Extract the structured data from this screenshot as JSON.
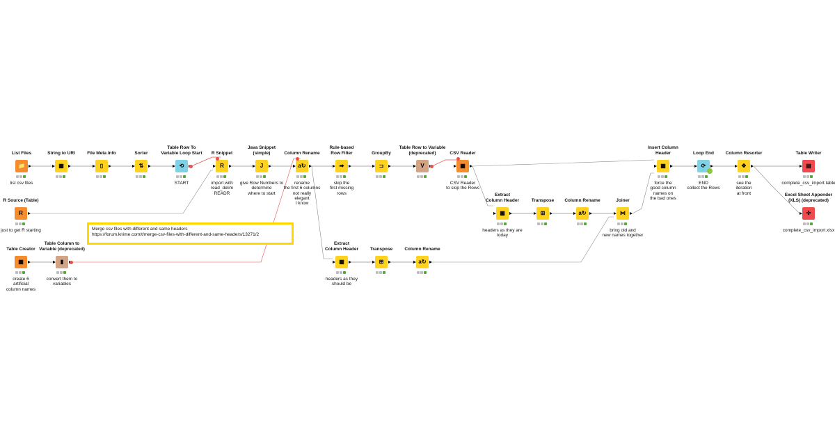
{
  "annotation": {
    "line1": "Merge csv files with different and same headers",
    "line2": "https://forum.knime.com/t/merge-csv-files-with-different-and-same-headers/13271/2"
  },
  "colors": {
    "source": "#f58d2e",
    "manipulator": "#ffd21f",
    "loop": "#7fd1e6",
    "flow": "#d2a384",
    "sink": "#ef4a4d",
    "annotation_border": "#ffd800",
    "variable_wire": "#e6514f",
    "data_wire": "#8c8c8c"
  },
  "nodes": [
    {
      "id": "list_files",
      "title": "List Files",
      "desc": "list csv files",
      "kind": "source",
      "icon": "folder-file-icon",
      "glyph": "📁"
    },
    {
      "id": "string_to_uri",
      "title": "String to URI",
      "desc": "",
      "kind": "manipulator",
      "icon": "uri-table-icon",
      "glyph": "▦"
    },
    {
      "id": "file_meta_info",
      "title": "File Meta Info",
      "desc": "",
      "kind": "manipulator",
      "icon": "file-info-icon",
      "glyph": "▯"
    },
    {
      "id": "sorter",
      "title": "Sorter",
      "desc": "",
      "kind": "manipulator",
      "icon": "sort-arrows-icon",
      "glyph": "⇅"
    },
    {
      "id": "loop_start",
      "title": "Table Row To\nVariable Loop Start",
      "desc": "START",
      "kind": "loop",
      "icon": "loop-start-icon",
      "glyph": "⟲"
    },
    {
      "id": "r_snippet",
      "title": "R Snippet",
      "desc": "import with\nread_delim\nREADR",
      "kind": "manipulator",
      "icon": "r-snippet-icon",
      "glyph": "R"
    },
    {
      "id": "java_snippet",
      "title": "Java Snippet\n(simple)",
      "desc": "give Row Numbers to\ndetermine\nwhere to start",
      "kind": "manipulator",
      "icon": "java-snippet-icon",
      "glyph": "J"
    },
    {
      "id": "column_rename_1",
      "title": "Column Rename",
      "desc": "rename\nthe first 6 columns\nnot really\nelegant\nI know",
      "kind": "manipulator",
      "icon": "column-rename-icon",
      "glyph": "a↻"
    },
    {
      "id": "rule_row_filter",
      "title": "Rule-based\nRow Filter",
      "desc": "skip the\nfirst missing\nrows",
      "kind": "manipulator",
      "icon": "row-filter-icon",
      "glyph": "➡"
    },
    {
      "id": "groupby",
      "title": "GroupBy",
      "desc": "",
      "kind": "manipulator",
      "icon": "groupby-icon",
      "glyph": "⊐"
    },
    {
      "id": "row_to_var",
      "title": "Table Row to Variable\n(deprecated)",
      "desc": "",
      "kind": "flow",
      "icon": "row-to-variable-icon",
      "glyph": "V"
    },
    {
      "id": "csv_reader",
      "title": "CSV Reader",
      "desc": "CSV Reader\nto skip the Rows",
      "kind": "source",
      "icon": "csv-reader-icon",
      "glyph": "▦"
    },
    {
      "id": "extract_header_1",
      "title": "Extract\nColumn Header",
      "desc": "headers as they are\ntoday",
      "kind": "manipulator",
      "icon": "extract-header-icon",
      "glyph": "▦"
    },
    {
      "id": "transpose_1",
      "title": "Transpose",
      "desc": "",
      "kind": "manipulator",
      "icon": "transpose-icon",
      "glyph": "⊞"
    },
    {
      "id": "column_rename_2",
      "title": "Column Rename",
      "desc": "",
      "kind": "manipulator",
      "icon": "column-rename-icon",
      "glyph": "a↻"
    },
    {
      "id": "joiner",
      "title": "Joiner",
      "desc": "bring old and\nnew names together",
      "kind": "manipulator",
      "icon": "joiner-icon",
      "glyph": "⋈"
    },
    {
      "id": "insert_header",
      "title": "Insert Column\nHeader",
      "desc": "force the\ngood column\nnames on\nthe bad ones",
      "kind": "manipulator",
      "icon": "insert-header-icon",
      "glyph": "▦"
    },
    {
      "id": "loop_end",
      "title": "Loop End",
      "desc": "END\ncollect the Rows",
      "kind": "loop",
      "icon": "loop-end-icon",
      "glyph": "⟳"
    },
    {
      "id": "column_resorter",
      "title": "Column Resorter",
      "desc": "see the\niteration\nat front",
      "kind": "manipulator",
      "icon": "column-resorter-icon",
      "glyph": "✥"
    },
    {
      "id": "table_writer",
      "title": "Table Writer",
      "desc": "complete_csv_import.table",
      "kind": "sink",
      "icon": "table-writer-icon",
      "glyph": "▤"
    },
    {
      "id": "excel_appender",
      "title": "Excel Sheet Appender\n(XLS) (deprecated)",
      "desc": "complete_csv_import.xlsx",
      "kind": "sink",
      "icon": "excel-appender-icon",
      "glyph": "✣"
    },
    {
      "id": "r_source",
      "title": "R Source (Table)",
      "desc": "just to get R starting",
      "kind": "source",
      "icon": "r-source-icon",
      "glyph": "R"
    },
    {
      "id": "table_creator",
      "title": "Table Creator",
      "desc": "create 6\nartificial\ncolumn names",
      "kind": "source",
      "icon": "table-creator-icon",
      "glyph": "▦"
    },
    {
      "id": "col_to_var",
      "title": "Table Column to\nVariable (deprecated)",
      "desc": "convert them to\nvariables",
      "kind": "flow",
      "icon": "column-to-variable-icon",
      "glyph": "▮"
    },
    {
      "id": "extract_header_2",
      "title": "Extract\nColumn Header",
      "desc": "headers as they\nshould be",
      "kind": "manipulator",
      "icon": "extract-header-icon",
      "glyph": "▦"
    },
    {
      "id": "transpose_2",
      "title": "Transpose",
      "desc": "",
      "kind": "manipulator",
      "icon": "transpose-icon",
      "glyph": "⊞"
    },
    {
      "id": "column_rename_3",
      "title": "Column Rename",
      "desc": "",
      "kind": "manipulator",
      "icon": "column-rename-icon",
      "glyph": "a↻"
    }
  ]
}
